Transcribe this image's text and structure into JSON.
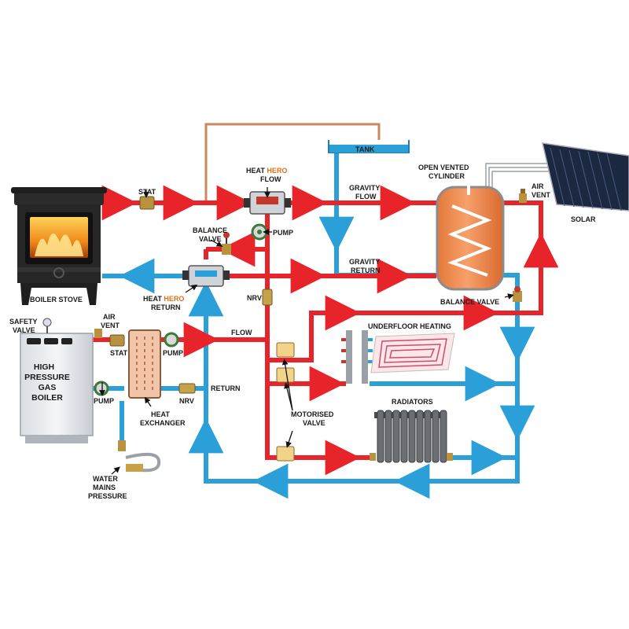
{
  "labels": {
    "stat_top": "STAT",
    "heat_hero_flow_1": "HEAT ",
    "heat_hero_flow_hero": "HERO",
    "heat_hero_flow_2": "FLOW",
    "tank": "TANK",
    "open_vented_1": "OPEN VENTED",
    "open_vented_2": "CYLINDER",
    "air_vent_top_1": "AIR",
    "air_vent_top_2": "VENT",
    "solar": "SOLAR",
    "gravity_flow_1": "GRAVITY",
    "gravity_flow_2": "FLOW",
    "pump_top": "PUMP",
    "balance_valve_1": "BALANCE",
    "balance_valve_2": "VALVE",
    "gravity_return_1": "GRAVITY",
    "gravity_return_2": "RETURN",
    "heat_hero_return_1": "HEAT ",
    "heat_hero_return_hero": "HERO",
    "heat_hero_return_2": "RETURN",
    "boiler_stove": "BOILER STOVE",
    "nrv_mid": "NRV",
    "balance_valve_right": "BALANCE VALVE",
    "safety_valve_1": "SAFETY",
    "safety_valve_2": "VALVE",
    "air_vent_left_1": "AIR",
    "air_vent_left_2": "VENT",
    "stat_left": "STAT",
    "pump_left_top": "PUMP",
    "flow": "FLOW",
    "underfloor": "UNDERFLOOR HEATING",
    "gas_boiler_1": "HIGH",
    "gas_boiler_2": "PRESSURE",
    "gas_boiler_3": "GAS",
    "gas_boiler_4": "BOILER",
    "pump_left_bottom": "PUMP",
    "nrv_left": "NRV",
    "return": "RETURN",
    "heat_exchanger_1": "HEAT",
    "heat_exchanger_2": "EXCHANGER",
    "motorised_1": "MOTORISED",
    "motorised_2": "VALVE",
    "radiators": "RADIATORS",
    "water_mains_1": "WATER",
    "water_mains_2": "MAINS",
    "water_mains_3": "PRESSURE"
  },
  "colors": {
    "flow_pipe": "#e8242b",
    "return_pipe": "#2a9fd8",
    "copper_pipe": "#c88a5a",
    "hero_text": "#e0701a",
    "cylinder": "#f08a4b"
  },
  "icons": [
    "stove-icon",
    "gas-boiler-icon",
    "solar-panel-icon",
    "cylinder-icon",
    "radiator-icon",
    "manifold-icon",
    "underfloor-coil-icon",
    "pump-icon",
    "valve-icon",
    "heat-exchanger-icon",
    "tank-icon",
    "flow-arrow-icon"
  ]
}
